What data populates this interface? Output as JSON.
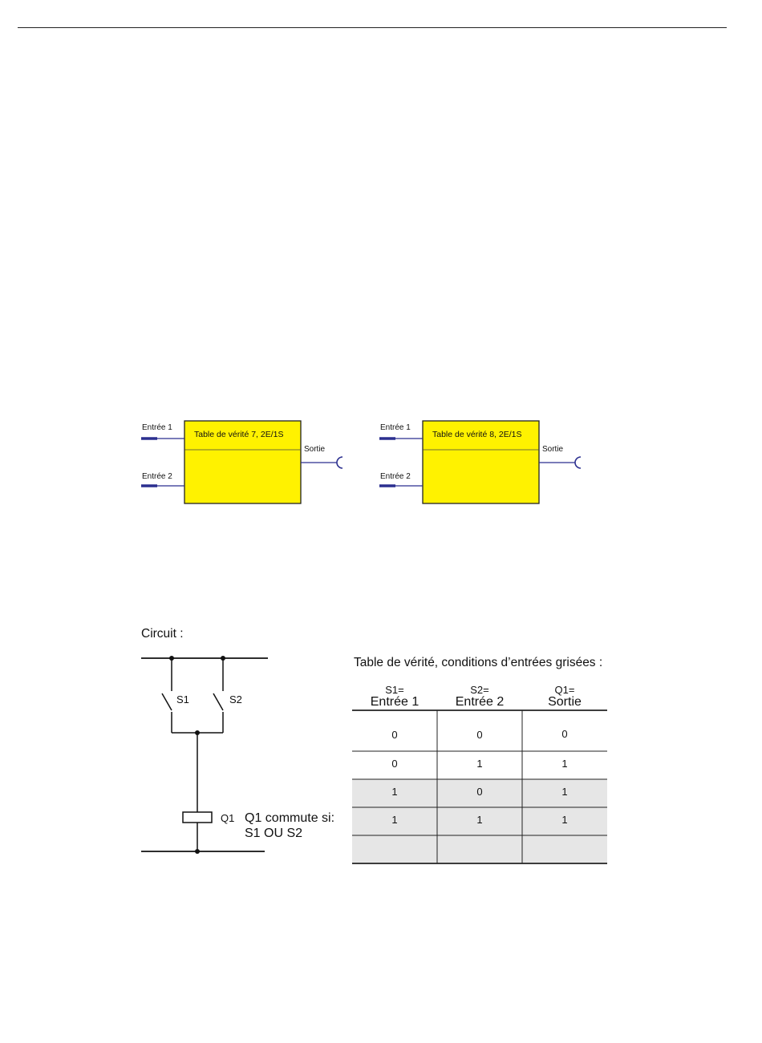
{
  "function_blocks": [
    {
      "title": "Table de vérité 7, 2E/1S",
      "input1": "Entrée 1",
      "input2": "Entrée 2",
      "output": "Sortie"
    },
    {
      "title": "Table de vérité 8, 2E/1S",
      "input1": "Entrée 1",
      "input2": "Entrée 2",
      "output": "Sortie"
    }
  ],
  "circuit": {
    "title": "Circuit :",
    "switch1": "S1",
    "switch2": "S2",
    "relay": "Q1",
    "condition_line1": "Q1 commute si:",
    "condition_line2": "S1 OU S2"
  },
  "truth_table": {
    "title": "Table de vérité, conditions d’entrées grisées :",
    "headers": [
      {
        "top": "S1=",
        "bottom": "Entrée 1"
      },
      {
        "top": "S2=",
        "bottom": "Entrée 2"
      },
      {
        "top": "Q1=",
        "bottom": "Sortie"
      }
    ],
    "rows": [
      [
        "0",
        "0",
        "0"
      ],
      [
        "0",
        "1",
        "1"
      ],
      [
        "1",
        "0",
        "1"
      ],
      [
        "1",
        "1",
        "1"
      ],
      [
        "",
        "",
        ""
      ]
    ],
    "shaded_rows": [
      2,
      3,
      4
    ],
    "shade_color": "#e6e6e6"
  },
  "colors": {
    "block_fill": "#fff200",
    "wire": "#2b2f8f"
  }
}
